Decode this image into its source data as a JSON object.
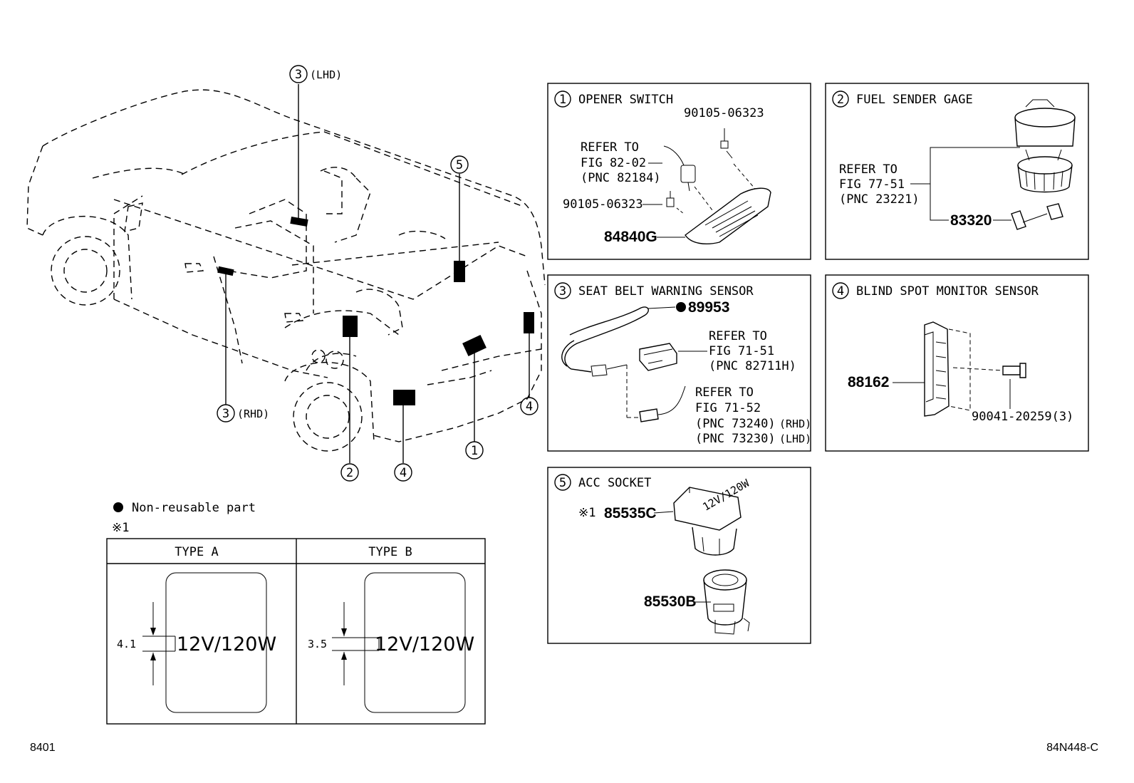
{
  "callouts": {
    "c3_lhd_num": "3",
    "c3_lhd_txt": "(LHD)",
    "c3_rhd_num": "3",
    "c3_rhd_txt": "(RHD)",
    "c5_num": "5",
    "c1_num": "1",
    "c2_num": "2",
    "c4a_num": "4",
    "c4b_num": "4"
  },
  "legend": {
    "nonreusable": "Non-reusable part",
    "note_mark": "※1",
    "type_a": "TYPE A",
    "type_b": "TYPE B",
    "type_a_dim": "4.1",
    "type_b_dim": "3.5",
    "socket_text": "12V/120W"
  },
  "panel1": {
    "num": "1",
    "title": "OPENER SWITCH",
    "screw_top": "90105-06323",
    "screw_left": "90105-06323",
    "refer1": "REFER TO",
    "refer2": "FIG 82-02",
    "refer3": "(PNC 82184)",
    "part": "84840G"
  },
  "panel2": {
    "num": "2",
    "title": "FUEL SENDER GAGE",
    "refer1": "REFER TO",
    "refer2": "FIG 77-51",
    "refer3": "(PNC 23221)",
    "part": "83320"
  },
  "panel3": {
    "num": "3",
    "title": "SEAT BELT WARNING SENSOR",
    "part": "89953",
    "refA1": "REFER TO",
    "refA2": "FIG 71-51",
    "refA3": "(PNC 82711H)",
    "refB1": "REFER TO",
    "refB2": "FIG 71-52",
    "refB3": "(PNC 73240)",
    "refB3s": "(RHD)",
    "refB4": "(PNC 73230)",
    "refB4s": "(LHD)"
  },
  "panel4": {
    "num": "4",
    "title": "BLIND SPOT MONITOR SENSOR",
    "part": "88162",
    "bolt": "90041-20259(3)"
  },
  "panel5": {
    "num": "5",
    "title": "ACC SOCKET",
    "mark": "※1",
    "part1": "85535C",
    "part2": "85530B",
    "cap_text": "12V/120W"
  },
  "footer": {
    "left": "8401",
    "right": "84N448-C"
  }
}
